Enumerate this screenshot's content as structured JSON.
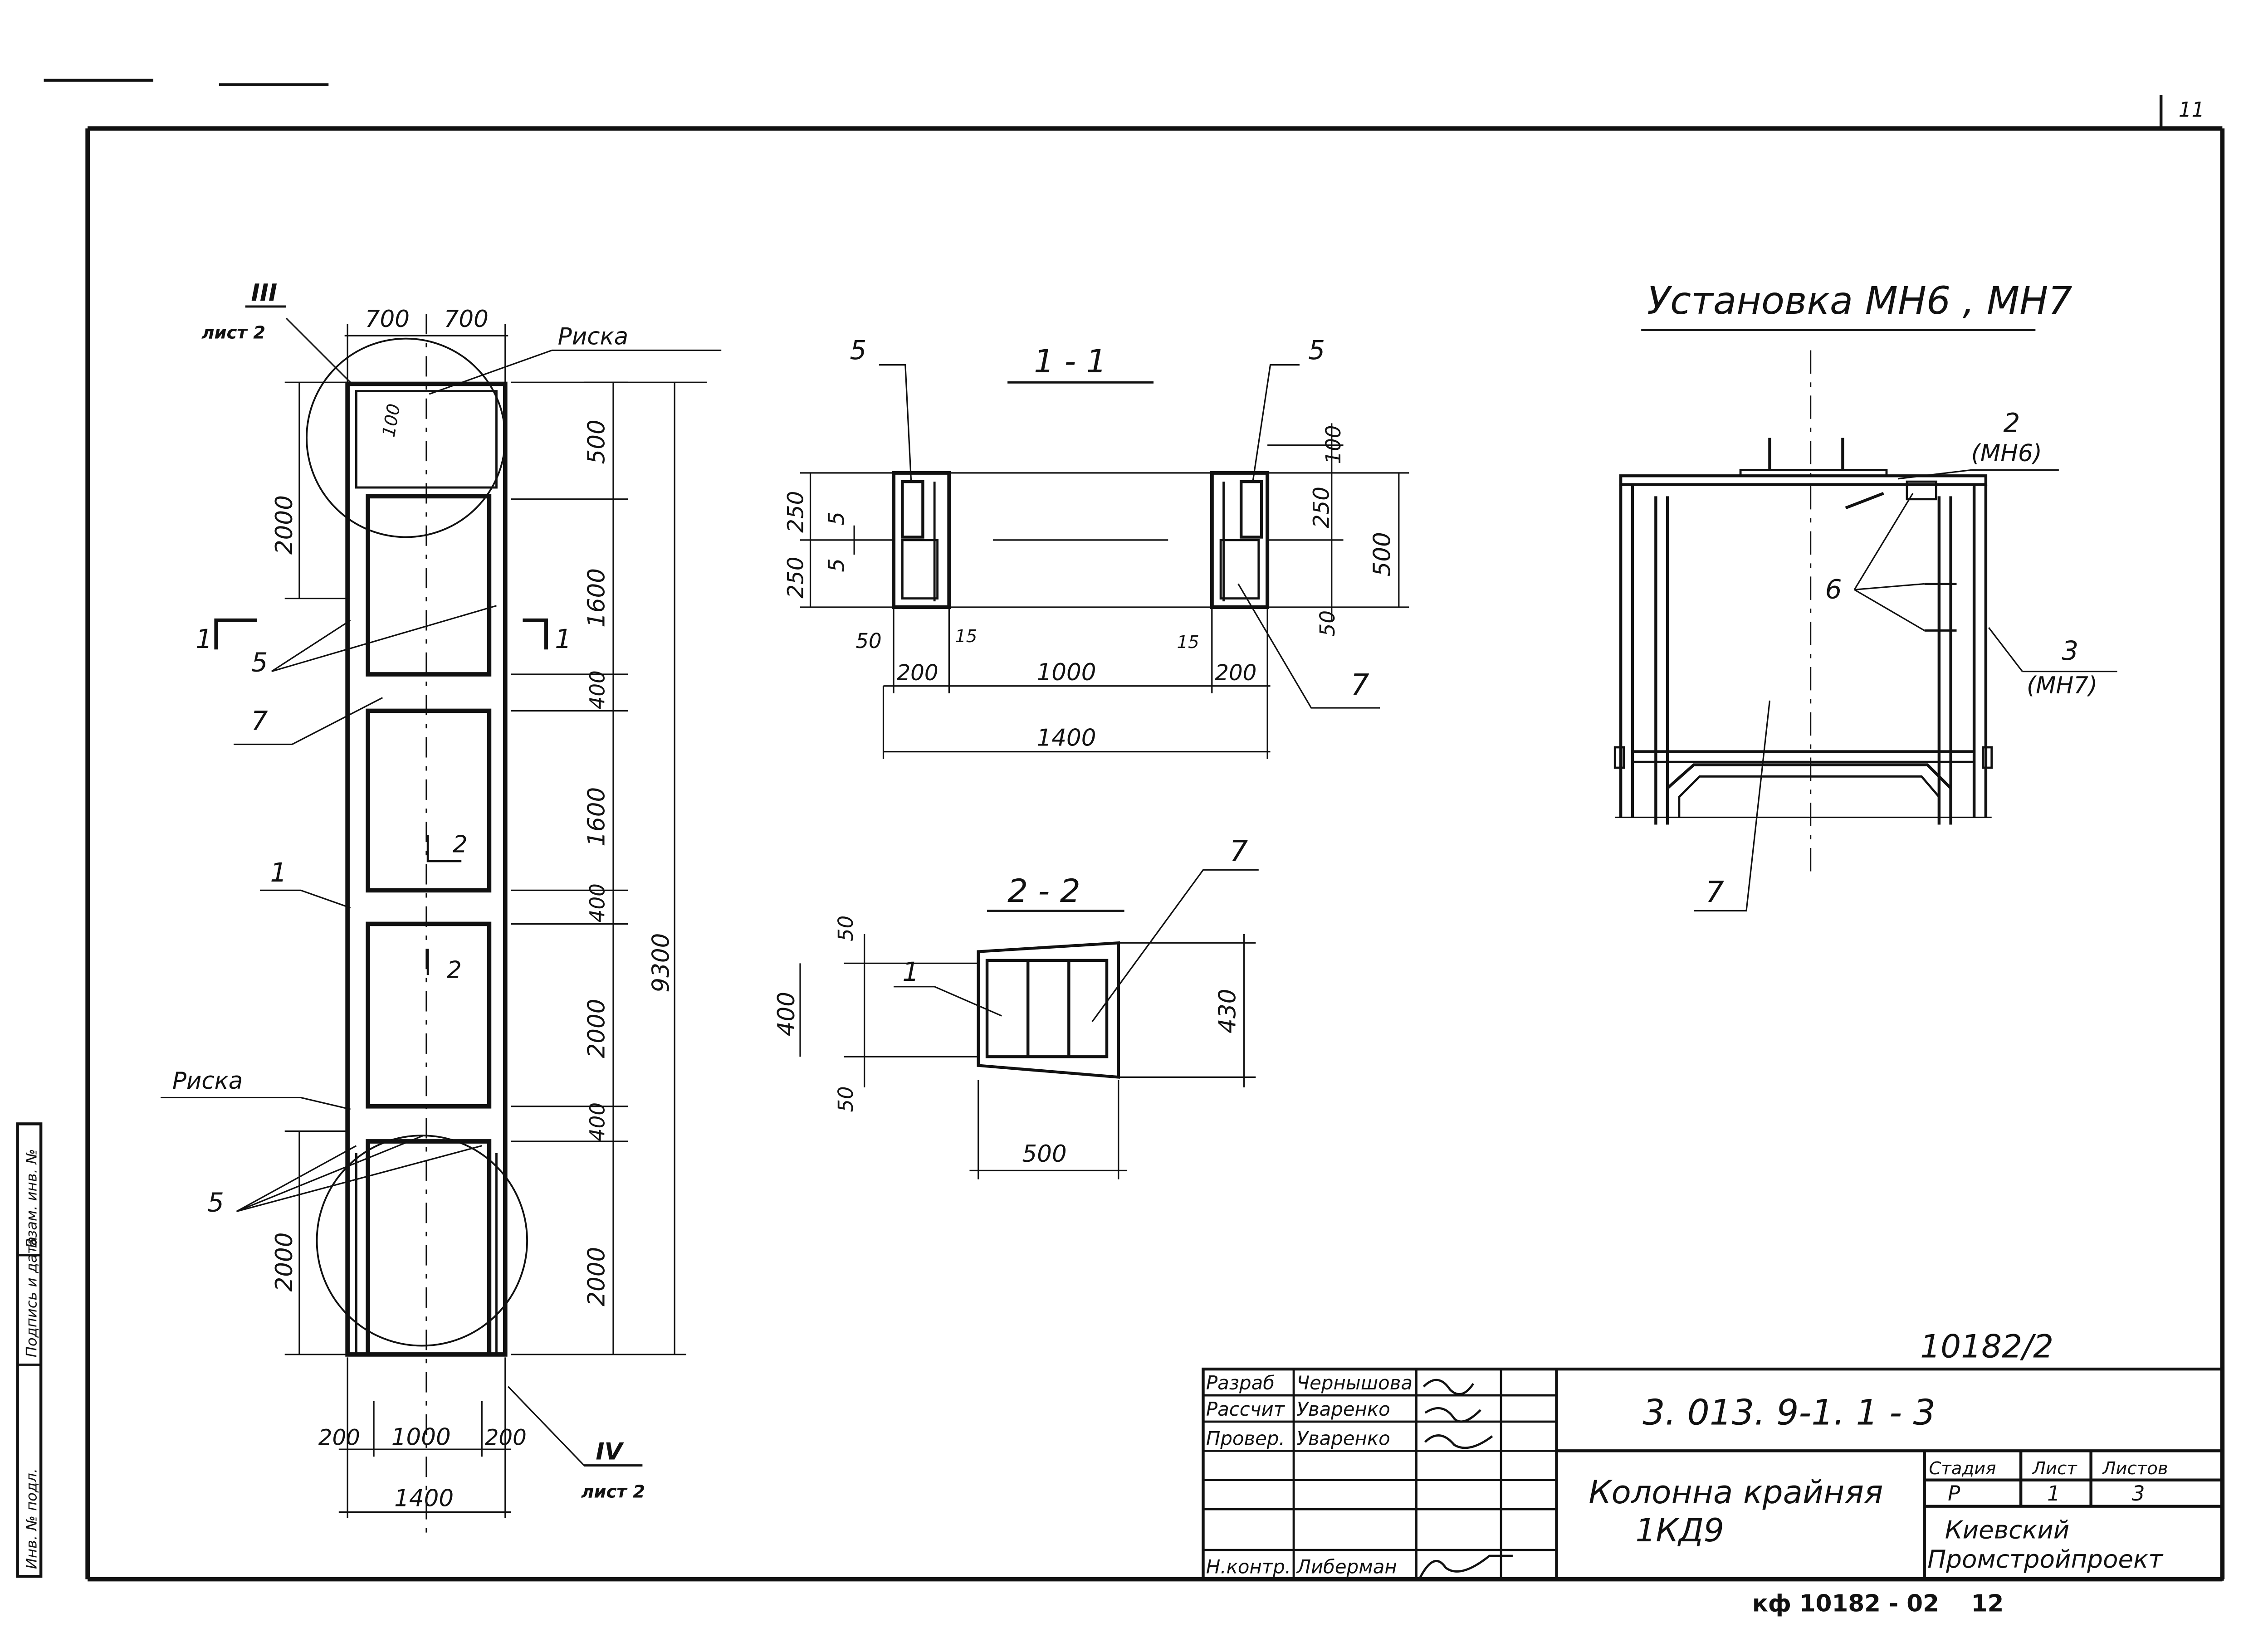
{
  "sheet": {
    "page_number": "11",
    "archive_number": "10182/2",
    "footer_code": "кф 10182 - 02",
    "footer_page": "12"
  },
  "column_elevation": {
    "node_top": {
      "roman": "III",
      "sheet": "лист 2"
    },
    "node_bottom": {
      "roman": "IV",
      "sheet": "лист 2"
    },
    "top_dims": [
      "700",
      "700"
    ],
    "risk_top": "Риска",
    "risk_bottom": "Риска",
    "dim_100": "100",
    "left_dims": [
      "2000",
      "2000"
    ],
    "right_dims": [
      "500",
      "1600",
      "400",
      "1600",
      "400",
      "2000",
      "400",
      "2000"
    ],
    "overall_height": "9300",
    "bottom_dims": [
      "200",
      "1000",
      "200"
    ],
    "bottom_overall": "1400",
    "section_mark_left": "1",
    "section_mark_right": "1",
    "section_2": "2",
    "callouts": {
      "pos5_upper": "5",
      "pos5_lower": "5",
      "pos7": "7",
      "pos1": "1"
    }
  },
  "section_1_1": {
    "title": "1 - 1",
    "callout_left": "5",
    "callout_right": "5",
    "callout_7": "7",
    "left_dims": [
      "250",
      "250",
      "5",
      "5"
    ],
    "right_dims": [
      "100",
      "250",
      "500",
      "50"
    ],
    "bottom_small": [
      "50",
      "15",
      "15"
    ],
    "bottom_dims": [
      "200",
      "1000",
      "200"
    ],
    "bottom_overall": "1400"
  },
  "section_2_2": {
    "title": "2 - 2",
    "callout_1": "1",
    "callout_7": "7",
    "left_dims": [
      "50",
      "400",
      "50"
    ],
    "right_dim": "430",
    "bottom_dim": "500"
  },
  "installation": {
    "title": "Установка  МН6 , МН7",
    "callout_2": "2",
    "callout_2_sub": "(МН6)",
    "callout_3": "3",
    "callout_3_sub": "(МН7)",
    "callout_6": "6",
    "callout_7": "7"
  },
  "title_block": {
    "rows": [
      {
        "role": "Разраб",
        "name": "Чернышова"
      },
      {
        "role": "Рассчит",
        "name": "Уваренко"
      },
      {
        "role": "Провер.",
        "name": "Уваренко"
      },
      {
        "role": "",
        "name": ""
      },
      {
        "role": "",
        "name": ""
      },
      {
        "role": "",
        "name": ""
      },
      {
        "role": "Н.контр.",
        "name": "Либерман"
      }
    ],
    "doc_code": "3. 013. 9-1. 1 - 3",
    "name_line1": "Колонна  крайняя",
    "name_line2": "1КД9",
    "stage_label": "Стадия",
    "sheet_label": "Лист",
    "sheets_label": "Листов",
    "stage_value": "Р",
    "sheet_value": "1",
    "sheets_value": "3",
    "org_line1": "Киевский",
    "org_line2": "Промстройпроект"
  },
  "side_stamp": {
    "labels": [
      "Инв. № подл.",
      "Подпись и дата",
      "Взам. инв. №"
    ]
  }
}
